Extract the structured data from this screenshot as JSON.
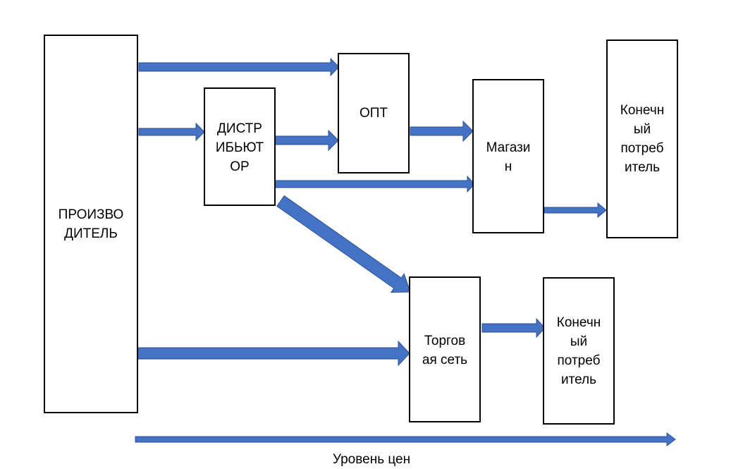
{
  "colors": {
    "arrow_fill": "#4472C4",
    "arrow_stroke": "#2F528F",
    "box_border": "#000000"
  },
  "nodes": {
    "producer": {
      "lines": [
        "ПРОИЗВО",
        "ДИТЕЛЬ"
      ]
    },
    "distributor": {
      "lines": [
        "ДИСТР",
        "ИБЬЮТ",
        "ОР"
      ]
    },
    "wholesale": {
      "lines": [
        "ОПТ"
      ]
    },
    "shop": {
      "lines": [
        "Магази",
        "н"
      ]
    },
    "consumer_top": {
      "lines": [
        "Конечн",
        "ый",
        "потреб",
        "итель"
      ]
    },
    "retail_chain": {
      "lines": [
        "Торгов",
        "ая сеть"
      ]
    },
    "consumer_bottom": {
      "lines": [
        "Конечн",
        "ый",
        "потреб",
        "итель"
      ]
    }
  },
  "axis_caption": "Уровень цен"
}
